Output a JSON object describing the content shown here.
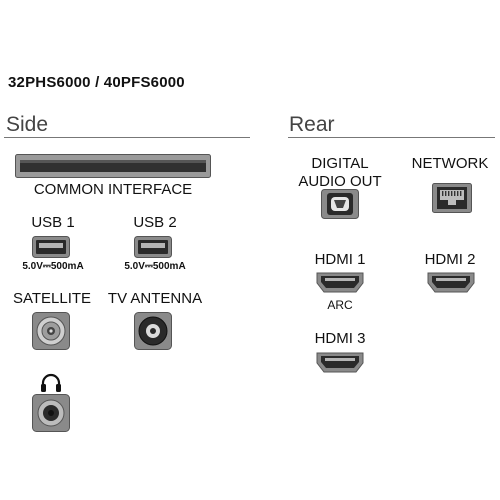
{
  "model": "32PHS6000 / 40PFS6000",
  "side": {
    "title": "Side",
    "common_interface": "COMMON INTERFACE",
    "usb1": {
      "label": "USB 1",
      "rating": "5.0V⎓500mA"
    },
    "usb2": {
      "label": "USB 2",
      "rating": "5.0V⎓500mA"
    },
    "satellite": "SATELLITE",
    "tv_antenna": "TV ANTENNA",
    "headphones_icon": "headphones-icon"
  },
  "rear": {
    "title": "Rear",
    "digital_audio_out": [
      "DIGITAL",
      "AUDIO OUT"
    ],
    "network": "NETWORK",
    "hdmi1": {
      "label": "HDMI 1",
      "sub": "ARC"
    },
    "hdmi2": {
      "label": "HDMI 2"
    },
    "hdmi3": {
      "label": "HDMI 3"
    }
  },
  "colors": {
    "port_gray": "#8a8a8a",
    "dark": "#222222",
    "rule": "#777777"
  }
}
